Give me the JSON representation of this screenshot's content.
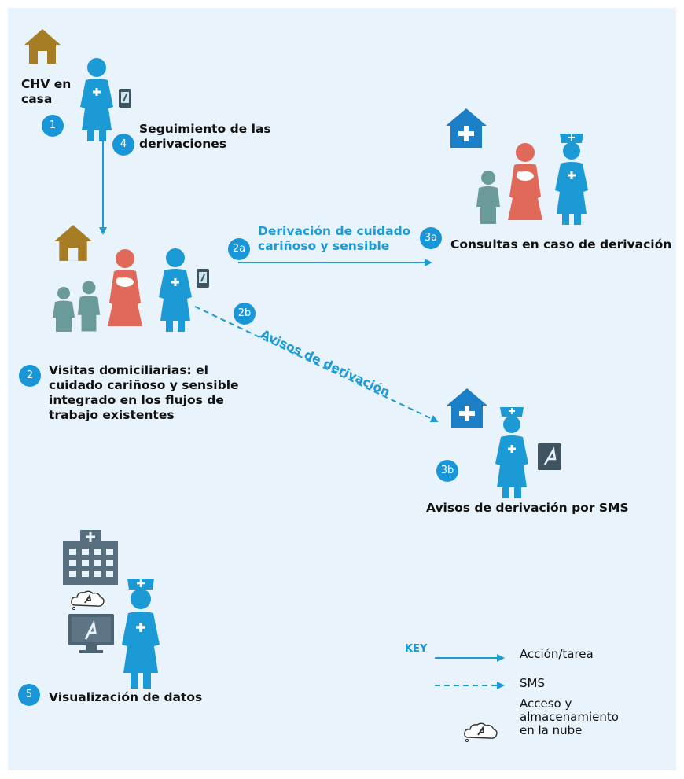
{
  "labels": {
    "chv_home": [
      "CHV en",
      "casa"
    ],
    "followup": [
      "Seguimiento de las",
      "derivaciones"
    ],
    "referral": [
      "Derivación de cuidado",
      "cariñoso y sensible"
    ],
    "consults": "Consultas en caso de derivación",
    "notices": "Avisos de derivación",
    "home_visits": [
      "Visitas domiciliarias: el",
      "cuidado cariñoso y sensible",
      "integrado en los flujos de",
      "trabajo existentes"
    ],
    "sms_notices": "Avisos de derivación por SMS",
    "data_viz": "Visualización de datos"
  },
  "badges": {
    "b1": "1",
    "b2": "2",
    "b2a": "2a",
    "b2b": "2b",
    "b3a": "3a",
    "b3b": "3b",
    "b4": "4",
    "b5": "5"
  },
  "key": {
    "title": "KEY",
    "action": "Acción/tarea",
    "sms": "SMS",
    "cloud": [
      "Acceso y",
      "almacenamiento",
      "en la nube"
    ]
  },
  "colors": {
    "background": "#e8f3fb",
    "accent_blue": "#1996d8",
    "nurse_blue": "#1c9ad6",
    "house_gold": "#a67c24",
    "mother_red": "#e0695a",
    "child_teal": "#6a9a9a",
    "hospital_blue": "#1b7fc7",
    "building_slate": "#566e7e"
  },
  "icons": [
    "house-icon",
    "hospital-icon",
    "nurse-icon",
    "phone-icon",
    "mother-icon",
    "child-icon",
    "building-icon",
    "cloud-icon",
    "monitor-icon"
  ]
}
